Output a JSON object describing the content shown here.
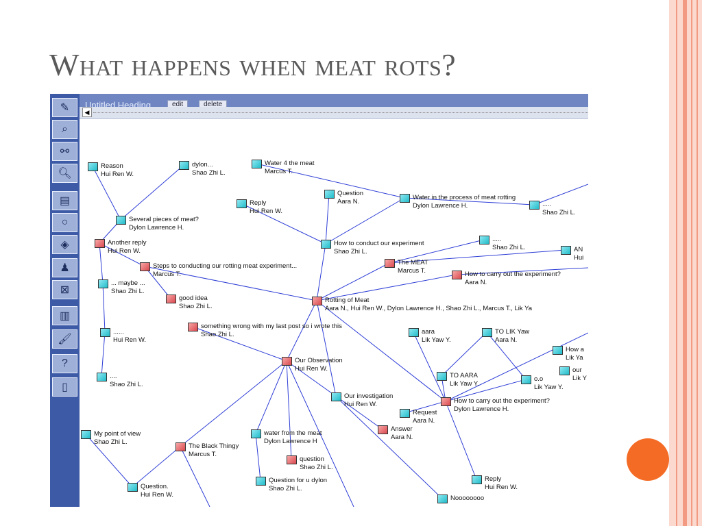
{
  "slide": {
    "title": "What happens when meat rots?",
    "colors": {
      "accent_circle": "#f46b25",
      "stripe_light": "#fbd9cf",
      "stripe_dark": "#f29a82",
      "toolbar_bg": "#3d5aa6",
      "edge": "#2f3fd6"
    }
  },
  "app": {
    "heading": {
      "title": "Untitled Heading",
      "edit_label": "edit",
      "delete_label": "delete"
    },
    "toolbar_icons": [
      "pencil-icon",
      "search-icon",
      "link-icon",
      "magnifier-icon",
      "folder-icon",
      "zoom-icon",
      "tag-icon",
      "people-icon",
      "board-icon",
      "chart-icon",
      "brush-icon",
      "help-icon",
      "door-icon"
    ],
    "nodes": [
      {
        "id": "reason",
        "title": "Reason",
        "author": "Hui Ren W.",
        "color": "teal"
      },
      {
        "id": "dylon1",
        "title": "dylon...",
        "author": "Shao Zhi L.",
        "color": "teal"
      },
      {
        "id": "water4",
        "title": "Water 4 the meat",
        "author": "Marcus T.",
        "color": "teal"
      },
      {
        "id": "several",
        "title": "Several pieces of meat?",
        "author": "Dylon Lawrence H.",
        "color": "teal"
      },
      {
        "id": "reply1",
        "title": "Reply",
        "author": "Hui Ren W.",
        "color": "teal"
      },
      {
        "id": "question1",
        "title": "Question",
        "author": "Aara N.",
        "color": "teal"
      },
      {
        "id": "waterprocess",
        "title": "Water in the process of meat rotting",
        "author": "Dylon Lawrence H.",
        "color": "teal"
      },
      {
        "id": "dots1",
        "title": ".....",
        "author": "Shao Zhi L.",
        "color": "teal"
      },
      {
        "id": "another",
        "title": "Another reply",
        "author": "Hui Ren W.",
        "color": "red"
      },
      {
        "id": "howconduct",
        "title": "How to conduct our experiment",
        "author": "Shao Zhi L.",
        "color": "teal"
      },
      {
        "id": "dots2",
        "title": ".....",
        "author": "Shao Zhi L.",
        "color": "teal"
      },
      {
        "id": "an",
        "title": "AN",
        "author": "Hui",
        "color": "teal"
      },
      {
        "id": "steps",
        "title": "Steps to conducting our rotting meat experiment...",
        "author": "Marcus T.",
        "color": "red"
      },
      {
        "id": "themeat",
        "title": "The MEAT",
        "author": "Marcus T.",
        "color": "red"
      },
      {
        "id": "howcarry1",
        "title": "How to carry out the experiment?",
        "author": "Aara N.",
        "color": "red"
      },
      {
        "id": "maybe",
        "title": "... maybe ...",
        "author": "Shao Zhi L.",
        "color": "teal"
      },
      {
        "id": "goodidea",
        "title": "good idea",
        "author": "Shao Zhi L.",
        "color": "red"
      },
      {
        "id": "rotting",
        "title": "Rotting of Meat",
        "author": "Aara N., Hui Ren W., Dylon Lawrence H., Shao Zhi L., Marcus T., Lik Ya",
        "color": "red"
      },
      {
        "id": "wrong",
        "title": "something wrong with my last post so i wrote this",
        "author": "Shao Zhi L.",
        "color": "red"
      },
      {
        "id": "dots3",
        "title": "......",
        "author": "Hui Ren W.",
        "color": "teal"
      },
      {
        "id": "aara",
        "title": "aara",
        "author": "Lik Yaw Y.",
        "color": "teal"
      },
      {
        "id": "tolik",
        "title": "TO LIK Yaw",
        "author": "Aara N.",
        "color": "teal"
      },
      {
        "id": "howa",
        "title": "How a",
        "author": "Lik Ya",
        "color": "teal"
      },
      {
        "id": "ourobs",
        "title": "Our Observation",
        "author": "Hui Ren W.",
        "color": "red"
      },
      {
        "id": "our2",
        "title": "our",
        "author": "Lik Y",
        "color": "teal"
      },
      {
        "id": "dots4",
        "title": "....",
        "author": "Shao Zhi L.",
        "color": "teal"
      },
      {
        "id": "toaara",
        "title": "TO AARA",
        "author": "Lik Yaw Y.",
        "color": "teal"
      },
      {
        "id": "oo",
        "title": "o.o",
        "author": "Lik Yaw Y.",
        "color": "teal"
      },
      {
        "id": "ourinv",
        "title": "Our investigation",
        "author": "Hui Ren W.",
        "color": "teal"
      },
      {
        "id": "howcarry2",
        "title": "How to carry out the experiment?",
        "author": "Dylon Lawrence H.",
        "color": "red"
      },
      {
        "id": "request",
        "title": "Request",
        "author": "Aara N.",
        "color": "teal"
      },
      {
        "id": "answer",
        "title": "Answer",
        "author": "Aara N.",
        "color": "red"
      },
      {
        "id": "mypoint",
        "title": "My point of view",
        "author": "Shao Zhi L.",
        "color": "teal"
      },
      {
        "id": "waterfrom",
        "title": "water from the meat",
        "author": "Dylon Lawrence H",
        "color": "teal"
      },
      {
        "id": "blackthingy",
        "title": "The Black Thingy",
        "author": "Marcus T.",
        "color": "red"
      },
      {
        "id": "question2",
        "title": "question",
        "author": "Shao Zhi L.",
        "color": "red"
      },
      {
        "id": "qdylon",
        "title": "Question for u dylon",
        "author": "Shao Zhi L.",
        "color": "teal"
      },
      {
        "id": "replyfinal",
        "title": "Reply",
        "author": "Hui Ren W.",
        "color": "teal"
      },
      {
        "id": "questiondot",
        "title": "Question.",
        "author": "Hui Ren W.",
        "color": "teal"
      },
      {
        "id": "noooo",
        "title": "Noooooooo",
        "author": "",
        "color": "teal"
      }
    ]
  }
}
